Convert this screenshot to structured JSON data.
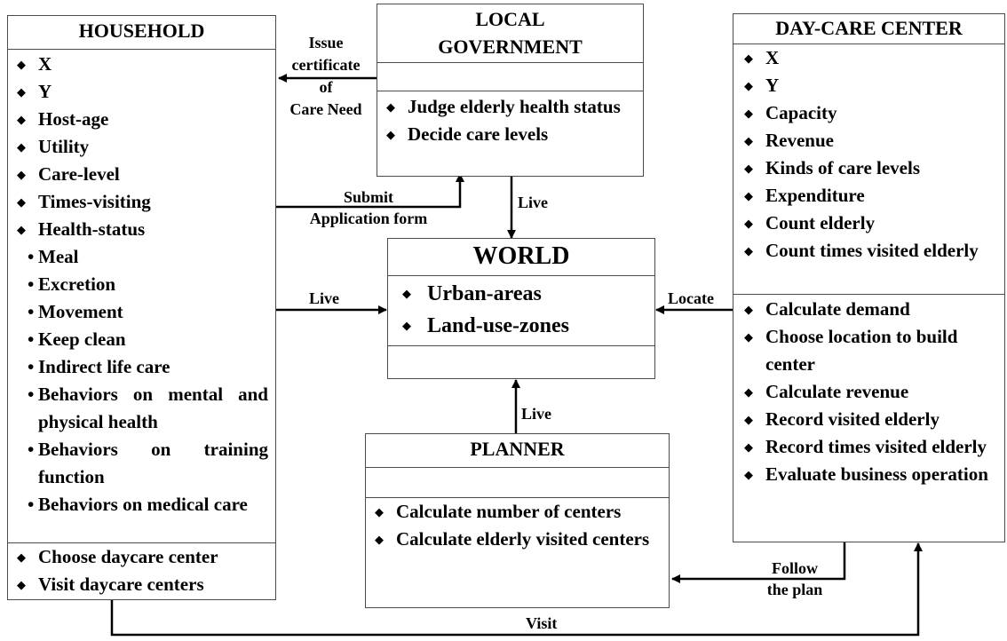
{
  "household": {
    "title": "HOUSEHOLD",
    "attributes": [
      "X",
      "Y",
      "Host-age",
      "Utility",
      "Care-level",
      "Times-visiting",
      "Health-status"
    ],
    "health_items": [
      "Meal",
      "Excretion",
      "Movement",
      "Keep clean",
      "Indirect life care",
      "Behaviors on mental and physical health",
      "Behaviors on training function",
      "Behaviors on medical care"
    ],
    "methods": [
      "Choose daycare center",
      "Visit daycare centers"
    ]
  },
  "local_government": {
    "title_line1": "LOCAL",
    "title_line2": "GOVERNMENT",
    "methods": [
      "Judge elderly health status",
      "Decide care levels"
    ]
  },
  "day_care_center": {
    "title": "DAY-CARE CENTER",
    "attributes": [
      "X",
      "Y",
      "Capacity",
      "Revenue",
      "Kinds of care levels",
      "Expenditure",
      "Count elderly",
      "Count times visited elderly"
    ],
    "methods": [
      "Calculate demand",
      "Choose location to build center",
      "Calculate revenue",
      "Record visited elderly",
      "Record times visited elderly",
      "Evaluate business operation"
    ]
  },
  "world": {
    "title": "WORLD",
    "attributes": [
      "Urban-areas",
      "Land-use-zones"
    ]
  },
  "planner": {
    "title": "PLANNER",
    "methods": [
      "Calculate number of centers",
      "Calculate elderly visited centers"
    ]
  },
  "arrows": {
    "issue_line1": "Issue",
    "issue_line2": "certificate",
    "issue_line3": "of",
    "issue_line4": "Care Need",
    "submit_line1": "Submit",
    "submit_line2": "Application form",
    "live_household": "Live",
    "live_government": "Live",
    "live_planner": "Live",
    "locate": "Locate",
    "follow_line1": "Follow",
    "follow_line2": "the plan",
    "visit": "Visit"
  }
}
